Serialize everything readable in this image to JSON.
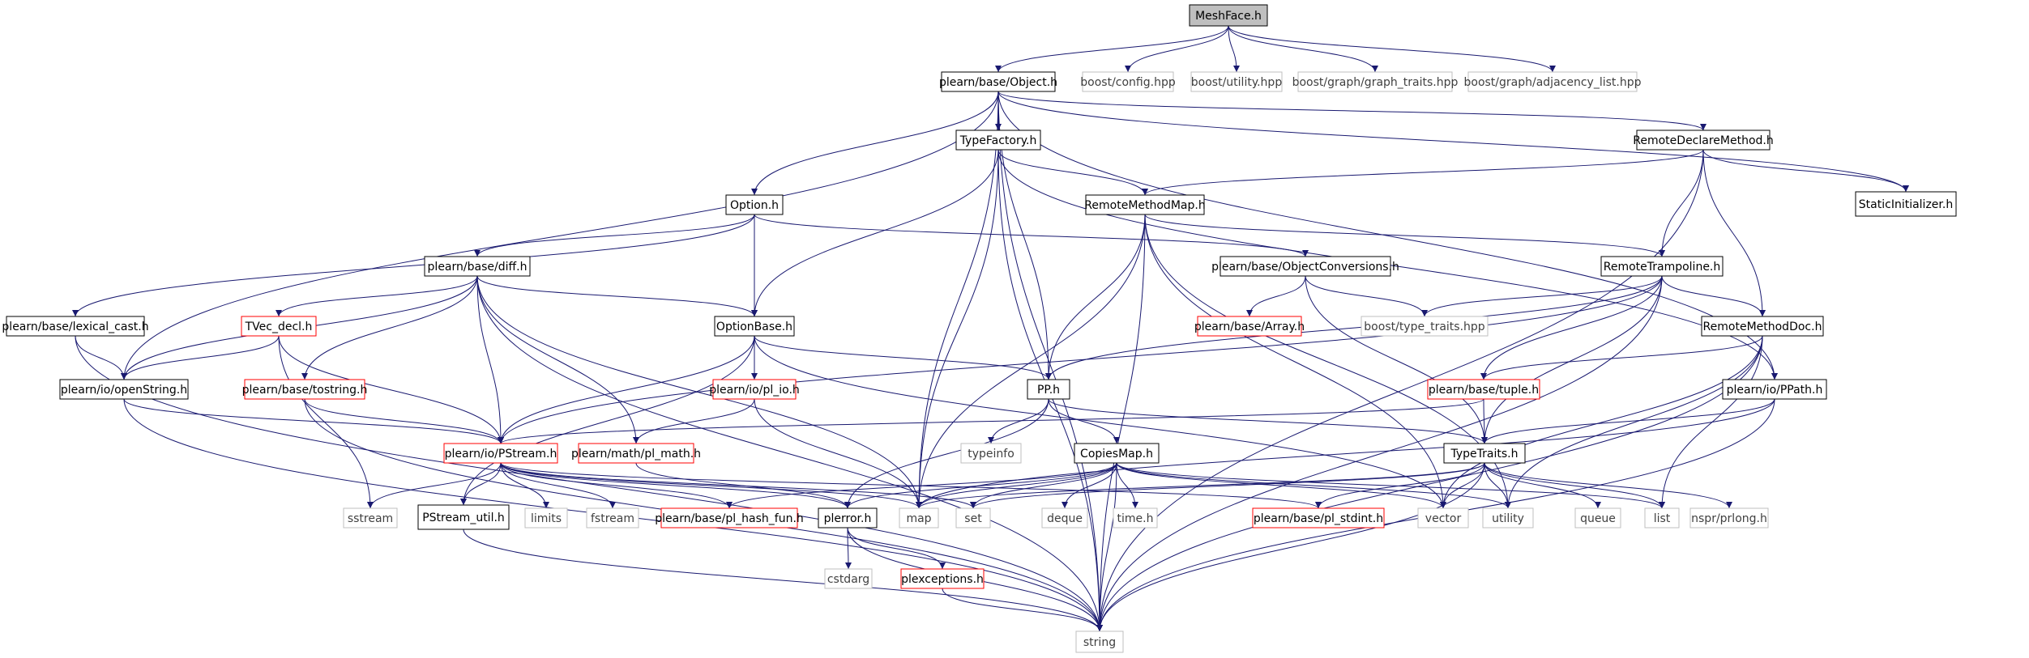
{
  "graph": {
    "root": "MeshFace.h",
    "styles": {
      "root": {
        "fill": "#bfbfbf",
        "stroke": "#000000",
        "text": "#000000"
      },
      "normal": {
        "fill": "#ffffff",
        "stroke": "#000000",
        "text": "#000000"
      },
      "truncated": {
        "fill": "#ffffff",
        "stroke": "#ff0000",
        "text": "#000000"
      },
      "external": {
        "fill": "#ffffff",
        "stroke": "#bfbfbf",
        "text": "#404040"
      },
      "edge": "#191970"
    },
    "nodes": [
      {
        "id": "meshface",
        "label": "MeshFace.h",
        "kind": "root"
      },
      {
        "id": "object",
        "label": "plearn/base/Object.h",
        "kind": "normal"
      },
      {
        "id": "bconfig",
        "label": "boost/config.hpp",
        "kind": "external"
      },
      {
        "id": "butility",
        "label": "boost/utility.hpp",
        "kind": "external"
      },
      {
        "id": "bgraphtraits",
        "label": "boost/graph/graph_traits.hpp",
        "kind": "external"
      },
      {
        "id": "badjlist",
        "label": "boost/graph/adjacency_list.hpp",
        "kind": "external"
      },
      {
        "id": "typefactory",
        "label": "TypeFactory.h",
        "kind": "normal"
      },
      {
        "id": "remotedeclare",
        "label": "RemoteDeclareMethod.h",
        "kind": "normal"
      },
      {
        "id": "option",
        "label": "Option.h",
        "kind": "normal"
      },
      {
        "id": "remotemethodmap",
        "label": "RemoteMethodMap.h",
        "kind": "normal"
      },
      {
        "id": "staticinit",
        "label": "StaticInitializer.h",
        "kind": "normal"
      },
      {
        "id": "diff",
        "label": "plearn/base/diff.h",
        "kind": "normal"
      },
      {
        "id": "objconv",
        "label": "plearn/base/ObjectConversions.h",
        "kind": "normal"
      },
      {
        "id": "remotetramp",
        "label": "RemoteTrampoline.h",
        "kind": "normal"
      },
      {
        "id": "lexcast",
        "label": "plearn/base/lexical_cast.h",
        "kind": "normal"
      },
      {
        "id": "tvecdecl",
        "label": "TVec_decl.h",
        "kind": "truncated"
      },
      {
        "id": "optionbase",
        "label": "OptionBase.h",
        "kind": "normal"
      },
      {
        "id": "array",
        "label": "plearn/base/Array.h",
        "kind": "truncated"
      },
      {
        "id": "btypetraits",
        "label": "boost/type_traits.hpp",
        "kind": "external"
      },
      {
        "id": "remotedoc",
        "label": "RemoteMethodDoc.h",
        "kind": "normal"
      },
      {
        "id": "openstring",
        "label": "plearn/io/openString.h",
        "kind": "normal"
      },
      {
        "id": "tostring",
        "label": "plearn/base/tostring.h",
        "kind": "truncated"
      },
      {
        "id": "plio",
        "label": "plearn/io/pl_io.h",
        "kind": "truncated"
      },
      {
        "id": "pp",
        "label": "PP.h",
        "kind": "normal"
      },
      {
        "id": "tuple",
        "label": "plearn/base/tuple.h",
        "kind": "truncated"
      },
      {
        "id": "ppath",
        "label": "plearn/io/PPath.h",
        "kind": "normal"
      },
      {
        "id": "typeinfo",
        "label": "typeinfo",
        "kind": "external"
      },
      {
        "id": "pstream",
        "label": "plearn/io/PStream.h",
        "kind": "truncated"
      },
      {
        "id": "plmath",
        "label": "plearn/math/pl_math.h",
        "kind": "truncated"
      },
      {
        "id": "copiesmap",
        "label": "CopiesMap.h",
        "kind": "normal"
      },
      {
        "id": "typetraits",
        "label": "TypeTraits.h",
        "kind": "normal"
      },
      {
        "id": "sstream",
        "label": "sstream",
        "kind": "external"
      },
      {
        "id": "pstreamutil",
        "label": "PStream_util.h",
        "kind": "normal"
      },
      {
        "id": "limits",
        "label": "limits",
        "kind": "external"
      },
      {
        "id": "fstream",
        "label": "fstream",
        "kind": "external"
      },
      {
        "id": "hashfun",
        "label": "plearn/base/pl_hash_fun.h",
        "kind": "truncated"
      },
      {
        "id": "plerror",
        "label": "plerror.h",
        "kind": "normal"
      },
      {
        "id": "map",
        "label": "map",
        "kind": "external"
      },
      {
        "id": "set",
        "label": "set",
        "kind": "external"
      },
      {
        "id": "deque",
        "label": "deque",
        "kind": "external"
      },
      {
        "id": "timeh",
        "label": "time.h",
        "kind": "external"
      },
      {
        "id": "plstdint",
        "label": "plearn/base/pl_stdint.h",
        "kind": "truncated"
      },
      {
        "id": "vector",
        "label": "vector",
        "kind": "external"
      },
      {
        "id": "utility",
        "label": "utility",
        "kind": "external"
      },
      {
        "id": "queue",
        "label": "queue",
        "kind": "external"
      },
      {
        "id": "list",
        "label": "list",
        "kind": "external"
      },
      {
        "id": "prlong",
        "label": "nspr/prlong.h",
        "kind": "external"
      },
      {
        "id": "cstdarg",
        "label": "cstdarg",
        "kind": "external"
      },
      {
        "id": "plexceptions",
        "label": "plexceptions.h",
        "kind": "truncated"
      },
      {
        "id": "string",
        "label": "string",
        "kind": "external"
      }
    ],
    "edges": [
      [
        "meshface",
        "object"
      ],
      [
        "meshface",
        "bconfig"
      ],
      [
        "meshface",
        "butility"
      ],
      [
        "meshface",
        "bgraphtraits"
      ],
      [
        "meshface",
        "badjlist"
      ],
      [
        "object",
        "typefactory"
      ],
      [
        "object",
        "remotedeclare"
      ],
      [
        "object",
        "option"
      ],
      [
        "object",
        "staticinit"
      ],
      [
        "object",
        "openstring"
      ],
      [
        "object",
        "pp"
      ],
      [
        "object",
        "ppath"
      ],
      [
        "object",
        "map"
      ],
      [
        "object",
        "string"
      ],
      [
        "typefactory",
        "remotemethodmap"
      ],
      [
        "typefactory",
        "optionbase"
      ],
      [
        "typefactory",
        "ppath"
      ],
      [
        "typefactory",
        "map"
      ],
      [
        "typefactory",
        "string"
      ],
      [
        "remotedeclare",
        "remotemethodmap"
      ],
      [
        "remotedeclare",
        "staticinit"
      ],
      [
        "remotedeclare",
        "remotetramp"
      ],
      [
        "remotedeclare",
        "remotedoc"
      ],
      [
        "remotedeclare",
        "string"
      ],
      [
        "option",
        "diff"
      ],
      [
        "option",
        "optionbase"
      ],
      [
        "option",
        "objconv"
      ],
      [
        "option",
        "lexcast"
      ],
      [
        "remotemethodmap",
        "remotetramp"
      ],
      [
        "remotemethodmap",
        "pp"
      ],
      [
        "remotemethodmap",
        "map"
      ],
      [
        "remotemethodmap",
        "string"
      ],
      [
        "remotemethodmap",
        "vector"
      ],
      [
        "remotemethodmap",
        "utility"
      ],
      [
        "diff",
        "tvecdecl"
      ],
      [
        "diff",
        "optionbase"
      ],
      [
        "diff",
        "openstring"
      ],
      [
        "diff",
        "tostring"
      ],
      [
        "diff",
        "pstream"
      ],
      [
        "diff",
        "plmath"
      ],
      [
        "diff",
        "map"
      ],
      [
        "diff",
        "string"
      ],
      [
        "objconv",
        "array"
      ],
      [
        "objconv",
        "btypetraits"
      ],
      [
        "objconv",
        "typetraits"
      ],
      [
        "remotetramp",
        "btypetraits"
      ],
      [
        "remotetramp",
        "remotedoc"
      ],
      [
        "remotetramp",
        "pp"
      ],
      [
        "remotetramp",
        "tuple"
      ],
      [
        "remotetramp",
        "typetraits"
      ],
      [
        "remotetramp",
        "pstream"
      ],
      [
        "remotetramp",
        "string"
      ],
      [
        "lexcast",
        "openstring"
      ],
      [
        "lexcast",
        "string"
      ],
      [
        "tvecdecl",
        "openstring"
      ],
      [
        "tvecdecl",
        "pstream"
      ],
      [
        "tvecdecl",
        "sstream"
      ],
      [
        "optionbase",
        "pp"
      ],
      [
        "optionbase",
        "plio"
      ],
      [
        "optionbase",
        "pstream"
      ],
      [
        "optionbase",
        "pstreamutil"
      ],
      [
        "optionbase",
        "vector"
      ],
      [
        "remotedoc",
        "tuple"
      ],
      [
        "remotedoc",
        "list"
      ],
      [
        "remotedoc",
        "utility"
      ],
      [
        "remotedoc",
        "vector"
      ],
      [
        "remotedoc",
        "string"
      ],
      [
        "openstring",
        "pstream"
      ],
      [
        "openstring",
        "string"
      ],
      [
        "tostring",
        "pstream"
      ],
      [
        "tostring",
        "string"
      ],
      [
        "plio",
        "plmath"
      ],
      [
        "plio",
        "map"
      ],
      [
        "pp",
        "typeinfo"
      ],
      [
        "pp",
        "copiesmap"
      ],
      [
        "pp",
        "typetraits"
      ],
      [
        "pp",
        "plerror"
      ],
      [
        "tuple",
        "typetraits"
      ],
      [
        "tuple",
        "pstream"
      ],
      [
        "ppath",
        "typetraits"
      ],
      [
        "ppath",
        "map"
      ],
      [
        "ppath",
        "string"
      ],
      [
        "pstream",
        "sstream"
      ],
      [
        "pstream",
        "pstreamutil"
      ],
      [
        "pstream",
        "limits"
      ],
      [
        "pstream",
        "fstream"
      ],
      [
        "pstream",
        "hashfun"
      ],
      [
        "pstream",
        "plerror"
      ],
      [
        "pstream",
        "map"
      ],
      [
        "pstream",
        "set"
      ],
      [
        "pstream",
        "plstdint"
      ],
      [
        "plmath",
        "plerror"
      ],
      [
        "copiesmap",
        "map"
      ],
      [
        "copiesmap",
        "set"
      ],
      [
        "copiesmap",
        "deque"
      ],
      [
        "copiesmap",
        "timeh"
      ],
      [
        "copiesmap",
        "vector"
      ],
      [
        "copiesmap",
        "utility"
      ],
      [
        "copiesmap",
        "list"
      ],
      [
        "copiesmap",
        "plerror"
      ],
      [
        "copiesmap",
        "hashfun"
      ],
      [
        "copiesmap",
        "string"
      ],
      [
        "typetraits",
        "set"
      ],
      [
        "typetraits",
        "map"
      ],
      [
        "typetraits",
        "vector"
      ],
      [
        "typetraits",
        "list"
      ],
      [
        "typetraits",
        "utility"
      ],
      [
        "typetraits",
        "queue"
      ],
      [
        "typetraits",
        "prlong"
      ],
      [
        "typetraits",
        "plstdint"
      ],
      [
        "typetraits",
        "string"
      ],
      [
        "pstreamutil",
        "string"
      ],
      [
        "plerror",
        "cstdarg"
      ],
      [
        "plerror",
        "plexceptions"
      ],
      [
        "plerror",
        "string"
      ],
      [
        "plexceptions",
        "string"
      ]
    ]
  }
}
